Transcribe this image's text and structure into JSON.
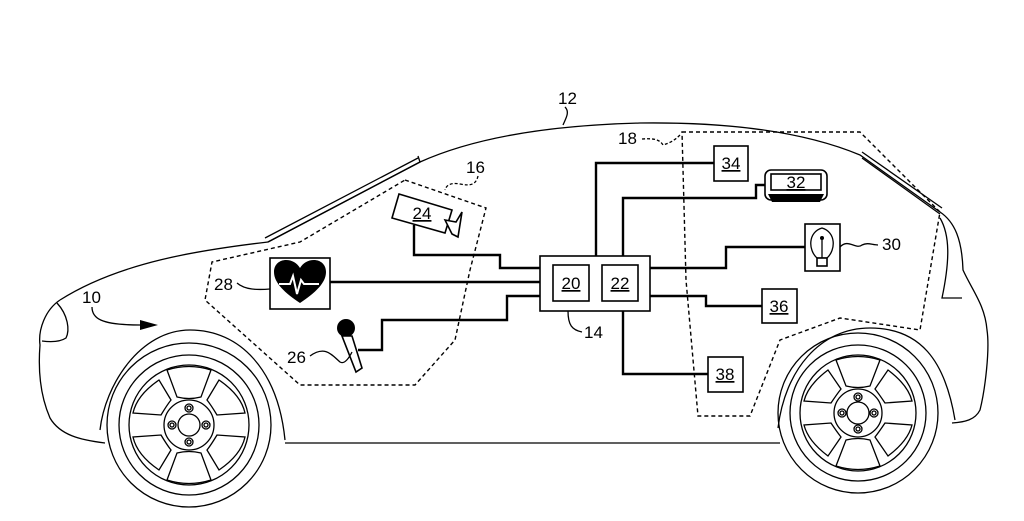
{
  "figure": {
    "type": "patent-drawing",
    "subject": "vehicle with in-cabin sensor and control system",
    "line_color": "#000000",
    "background": "#ffffff"
  },
  "callouts": {
    "vehicle": "10",
    "body": "12",
    "controller": "14",
    "front_zone": "16",
    "rear_zone": "18",
    "lamp": "30",
    "microphone": "26",
    "biometric_sensor": "28"
  },
  "components": {
    "processor": "20",
    "memory": "22",
    "camera": "24",
    "display": "32",
    "module_34": "34",
    "module_36": "36",
    "module_38": "38"
  },
  "icons": {
    "camera": "camera-icon",
    "heart": "heart-rate-icon",
    "microphone": "microphone-icon",
    "lamp": "light-bulb-icon",
    "display": "display-screen-icon",
    "wheel": "wheel-icon"
  }
}
